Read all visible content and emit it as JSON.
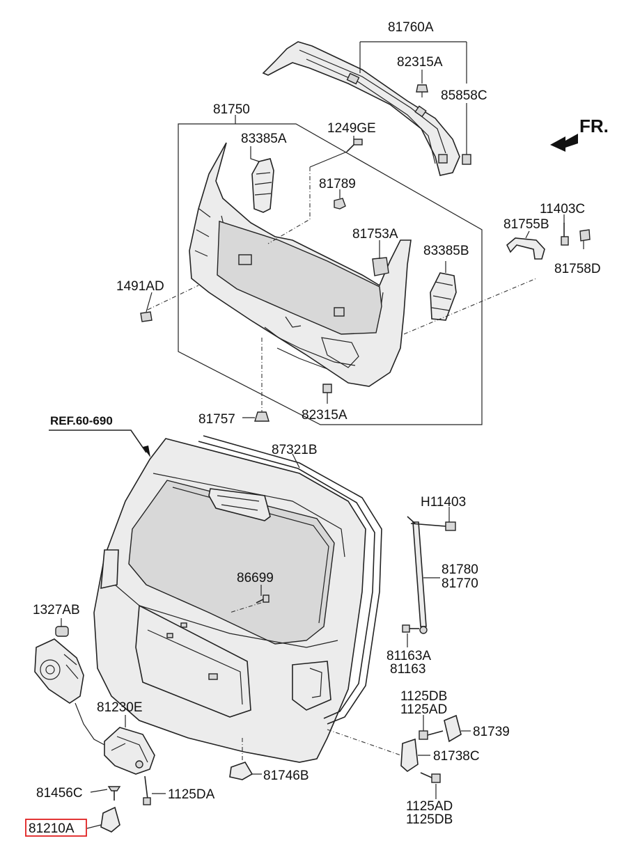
{
  "diagram": {
    "labels": {
      "p81760A": "81760A",
      "p82315A_top": "82315A",
      "p85858C": "85858C",
      "fr": "FR.",
      "p81750": "81750",
      "p83385A": "83385A",
      "p1249GE": "1249GE",
      "p81789": "81789",
      "p11403C": "11403C",
      "p81755B": "81755B",
      "p81758D": "81758D",
      "p81753A": "81753A",
      "p83385B": "83385B",
      "p1491AD": "1491AD",
      "p82315A_bot": "82315A",
      "p81757": "81757",
      "ref": "REF.60-690",
      "p87321B": "87321B",
      "pH11403": "H11403",
      "p81780": "81780",
      "p81770": "81770",
      "p86699": "86699",
      "p1327AB": "1327AB",
      "p81163A": "81163A",
      "p81163": "81163",
      "p1125DB_a": "1125DB",
      "p1125AD_a": "1125AD",
      "p81739": "81739",
      "p81230E": "81230E",
      "p81738C": "81738C",
      "p81746B": "81746B",
      "p81456C": "81456C",
      "p1125DA": "1125DA",
      "p1125AD_b": "1125AD",
      "p1125DB_b": "1125DB",
      "p81210A": "81210A"
    },
    "highlight_color": "#e02020"
  }
}
